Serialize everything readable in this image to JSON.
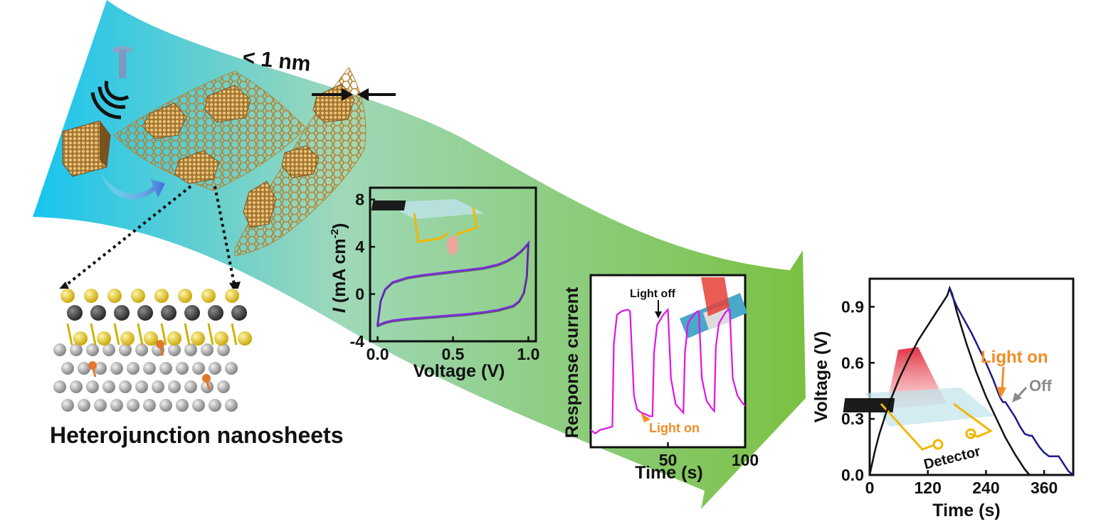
{
  "banner": {
    "thickness_label": "< 1 nm",
    "caption": "Heterojunction nanosheets",
    "colors": {
      "start": "#18c4ef",
      "mid": "#9fd8b8",
      "end": "#7ac142"
    }
  },
  "cv_chart": {
    "chart_data": {
      "type": "line",
      "title": "",
      "xlabel": "Voltage (V)",
      "ylabel_italic": "I",
      "ylabel_rest": " (mA cm",
      "ylabel_sup": "-2",
      "ylabel_close": ")",
      "xlim": [
        -0.05,
        1.05
      ],
      "ylim": [
        -4,
        9
      ],
      "x_ticks": [
        "0.0",
        "0.5",
        "1.0"
      ],
      "x_tick_values": [
        0,
        0.5,
        1
      ],
      "y_ticks": [
        "-4",
        "0",
        "4",
        "8"
      ],
      "y_tick_values": [
        -4,
        0,
        4,
        8
      ],
      "series": [
        {
          "color": "#7b2fd9",
          "x": [
            0,
            0.02,
            0.05,
            0.1,
            0.2,
            0.3,
            0.4,
            0.5,
            0.6,
            0.7,
            0.8,
            0.85,
            0.9,
            0.95,
            0.98,
            1.0,
            0.99,
            0.97,
            0.94,
            0.9,
            0.8,
            0.7,
            0.6,
            0.5,
            0.4,
            0.3,
            0.2,
            0.1,
            0.05,
            0.02,
            0,
            0
          ],
          "y": [
            -2.6,
            -0.6,
            0.4,
            1.0,
            1.4,
            1.6,
            1.75,
            1.9,
            2.05,
            2.2,
            2.5,
            2.75,
            3.1,
            3.6,
            4.0,
            4.3,
            1.5,
            0.1,
            -0.6,
            -1.0,
            -1.35,
            -1.55,
            -1.7,
            -1.8,
            -1.9,
            -2.0,
            -2.1,
            -2.25,
            -2.4,
            -2.55,
            -2.65,
            -2.6
          ]
        }
      ]
    }
  },
  "response_chart": {
    "chart_data": {
      "type": "line",
      "title": "",
      "xlabel": "Time (s)",
      "ylabel": "Response current",
      "xlim": [
        0,
        100
      ],
      "ylim": [
        0,
        1
      ],
      "x_ticks": [
        "50",
        "100"
      ],
      "x_tick_values": [
        50,
        100
      ],
      "annotations": {
        "light_off": "Light off",
        "light_on": "Light on"
      },
      "annotation_colors": {
        "light_off": "#111111",
        "light_on": "#f28c28"
      },
      "series": [
        {
          "color": "#e012e8",
          "x": [
            0,
            3,
            6,
            10,
            14,
            15,
            17,
            20,
            24,
            25.5,
            28,
            30,
            33,
            36,
            38,
            40,
            41,
            43,
            45,
            47,
            49,
            50,
            52,
            55,
            58,
            60,
            61,
            63,
            65,
            67,
            69,
            70,
            72,
            75,
            78,
            80,
            81,
            83,
            85,
            87,
            89,
            90,
            92,
            95,
            98,
            100
          ],
          "y": [
            0.1,
            0.08,
            0.1,
            0.11,
            0.12,
            0.6,
            0.77,
            0.79,
            0.8,
            0.79,
            0.3,
            0.22,
            0.2,
            0.19,
            0.18,
            0.18,
            0.55,
            0.71,
            0.74,
            0.77,
            0.79,
            0.8,
            0.4,
            0.25,
            0.22,
            0.2,
            0.55,
            0.72,
            0.75,
            0.77,
            0.79,
            0.79,
            0.4,
            0.27,
            0.23,
            0.21,
            0.58,
            0.72,
            0.75,
            0.78,
            0.8,
            0.8,
            0.4,
            0.3,
            0.26,
            0.24
          ]
        }
      ]
    }
  },
  "discharge_chart": {
    "chart_data": {
      "type": "line",
      "title": "",
      "xlabel": "Time (s)",
      "ylabel": "Voltage (V)",
      "xlim": [
        0,
        420
      ],
      "ylim": [
        0,
        1.05
      ],
      "x_ticks": [
        "0",
        "120",
        "240",
        "360"
      ],
      "x_tick_values": [
        0,
        120,
        240,
        360
      ],
      "y_ticks": [
        "0.0",
        "0.3",
        "0.6",
        "0.9"
      ],
      "y_tick_values": [
        0,
        0.3,
        0.6,
        0.9
      ],
      "annotations": {
        "light_on": "Light on",
        "off": "Off",
        "detector": "Detector"
      },
      "annotation_colors": {
        "light_on": "#f28c28",
        "off": "#8a8a8a",
        "detector": "#111111"
      },
      "series": [
        {
          "color": "#111111",
          "x": [
            0,
            10,
            20,
            40,
            60,
            80,
            100,
            120,
            140,
            160,
            165,
            170,
            180,
            200,
            220,
            240,
            260,
            280,
            300,
            320,
            330
          ],
          "y": [
            0,
            0.12,
            0.22,
            0.38,
            0.51,
            0.62,
            0.72,
            0.8,
            0.88,
            0.96,
            1.0,
            0.97,
            0.87,
            0.7,
            0.55,
            0.42,
            0.31,
            0.2,
            0.11,
            0.03,
            0
          ]
        },
        {
          "color": "#1a1a8c",
          "x": [
            165,
            170,
            180,
            195,
            210,
            225,
            240,
            255,
            265,
            270,
            275,
            280,
            290,
            300,
            310,
            320,
            330,
            335,
            340,
            350,
            360,
            370,
            380,
            390,
            400,
            410,
            420
          ],
          "y": [
            1.0,
            0.96,
            0.9,
            0.83,
            0.76,
            0.68,
            0.6,
            0.51,
            0.44,
            0.41,
            0.39,
            0.39,
            0.35,
            0.31,
            0.26,
            0.22,
            0.21,
            0.21,
            0.19,
            0.15,
            0.12,
            0.1,
            0.1,
            0.1,
            0.06,
            0.02,
            0
          ]
        }
      ]
    }
  }
}
